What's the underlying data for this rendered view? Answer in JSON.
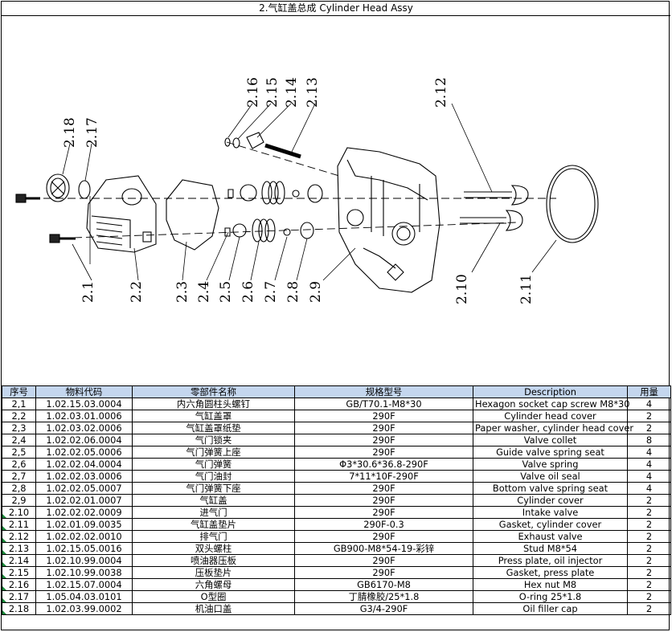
{
  "title": "2.气缸盖总成 Cylinder Head Assy",
  "callouts": [
    "2.1",
    "2.2",
    "2.3",
    "2.4",
    "2.5",
    "2.6",
    "2.7",
    "2.8",
    "2.9",
    "2.10",
    "2.11",
    "2.12",
    "2.13",
    "2.14",
    "2.15",
    "2.16",
    "2.17",
    "2.18"
  ],
  "table": {
    "headers": [
      "序号",
      "物料代码",
      "零部件名称",
      "规格型号",
      "Description",
      "用量"
    ],
    "rows": [
      {
        "seq": "2,1",
        "code": "1.02.15.03.0004",
        "name": "内六角圆柱头螺钉",
        "spec": "GB/T70.1-M8*30",
        "desc": "Hexagon socket cap screw M8*30",
        "qty": "4"
      },
      {
        "seq": "2,2",
        "code": "1.02.03.01.0006",
        "name": "气缸盖罩",
        "spec": "290F",
        "desc": "Cylinder head cover",
        "qty": "2"
      },
      {
        "seq": "2,3",
        "code": "1.02.03.02.0006",
        "name": "气缸盖罩纸垫",
        "spec": "290F",
        "desc": "Paper washer, cylinder head cover",
        "qty": "2"
      },
      {
        "seq": "2,4",
        "code": "1.02.02.06.0004",
        "name": "气门锁夹",
        "spec": "290F",
        "desc": "Valve collet",
        "qty": "8"
      },
      {
        "seq": "2,5",
        "code": "1.02.02.05.0006",
        "name": "气门弹簧上座",
        "spec": "290F",
        "desc": "Guide valve spring seat",
        "qty": "4"
      },
      {
        "seq": "2,6",
        "code": "1.02.02.04.0004",
        "name": "气门弹簧",
        "spec": "Φ3*30.6*36.8-290F",
        "desc": "Valve spring",
        "qty": "4"
      },
      {
        "seq": "2,7",
        "code": "1.02.02.03.0006",
        "name": "气门油封",
        "spec": "7*11*10F-290F",
        "desc": "Valve oil seal",
        "qty": "4"
      },
      {
        "seq": "2,8",
        "code": "1.02.02.05.0007",
        "name": "气门弹簧下座",
        "spec": "290F",
        "desc": "Bottom valve spring seat",
        "qty": "4"
      },
      {
        "seq": "2,9",
        "code": "1.02.02.01.0007",
        "name": "气缸盖",
        "spec": "290F",
        "desc": "Cylinder cover",
        "qty": "2"
      },
      {
        "seq": "2.10",
        "code": "1.02.02.02.0009",
        "name": "进气门",
        "spec": "290F",
        "desc": "Intake valve",
        "qty": "2"
      },
      {
        "seq": "2.11",
        "code": "1.02.01.09.0035",
        "name": "气缸盖垫片",
        "spec": "290F-0.3",
        "desc": "Gasket, cylinder cover",
        "qty": "2"
      },
      {
        "seq": "2.12",
        "code": "1.02.02.02.0010",
        "name": "排气门",
        "spec": "290F",
        "desc": "Exhaust valve",
        "qty": "2"
      },
      {
        "seq": "2.13",
        "code": "1.02.15.05.0016",
        "name": "双头螺柱",
        "spec": "GB900-M8*54-19-彩锌",
        "desc": "Stud M8*54",
        "qty": "2"
      },
      {
        "seq": "2.14",
        "code": "1.02.10.99.0004",
        "name": "喷油器压板",
        "spec": "290F",
        "desc": "Press plate, oil injector",
        "qty": "2"
      },
      {
        "seq": "2.15",
        "code": "1.02.10.99.0038",
        "name": "压板垫片",
        "spec": "290F",
        "desc": "Gasket, press plate",
        "qty": "2"
      },
      {
        "seq": "2.16",
        "code": "1.02.15.07.0004",
        "name": "六角螺母",
        "spec": "GB6170-M8",
        "desc": "Hex nut M8",
        "qty": "2"
      },
      {
        "seq": "2.17",
        "code": "1.05.04.03.0101",
        "name": "O型圈",
        "spec": "丁腈橡胶/25*1.8",
        "desc": "O-ring 25*1.8",
        "qty": "2"
      },
      {
        "seq": "2.18",
        "code": "1.02.03.99.0002",
        "name": "机油口盖",
        "spec": "G3/4-290F",
        "desc": "Oil filler cap",
        "qty": "2"
      }
    ]
  }
}
